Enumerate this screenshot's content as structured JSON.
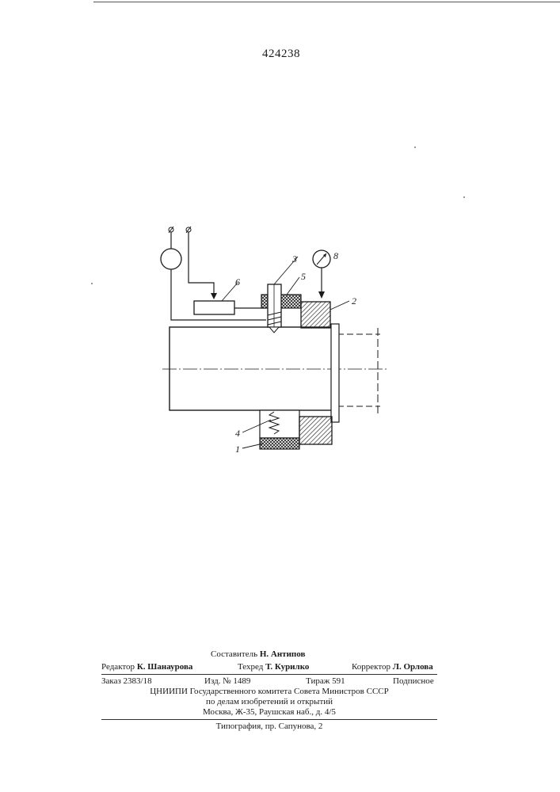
{
  "patent_number": "424238",
  "figure_labels": {
    "l1": "1",
    "l2": "2",
    "l3": "3",
    "l4": "4",
    "l5": "5",
    "l6": "6",
    "l8": "8"
  },
  "imprint": {
    "compiler_role": "Составитель",
    "compiler_name": "Н. Антипов",
    "editor_role": "Редактор",
    "editor_name": "К. Шанаурова",
    "techred_role": "Техред",
    "techred_name": "Т. Курилко",
    "corrector_role": "Корректор",
    "corrector_name": "Л. Орлова",
    "order": "Заказ 2383/18",
    "edition": "Изд. № 1489",
    "print_run": "Тираж 591",
    "subscription": "Подписное",
    "org_line1": "ЦНИИПИ Государственного комитета Совета Министров СССР",
    "org_line2": "по делам изобретений и открытий",
    "address": "Москва, Ж-35, Раушская наб., д. 4/5",
    "printer": "Типография, пр. Сапунова, 2"
  }
}
